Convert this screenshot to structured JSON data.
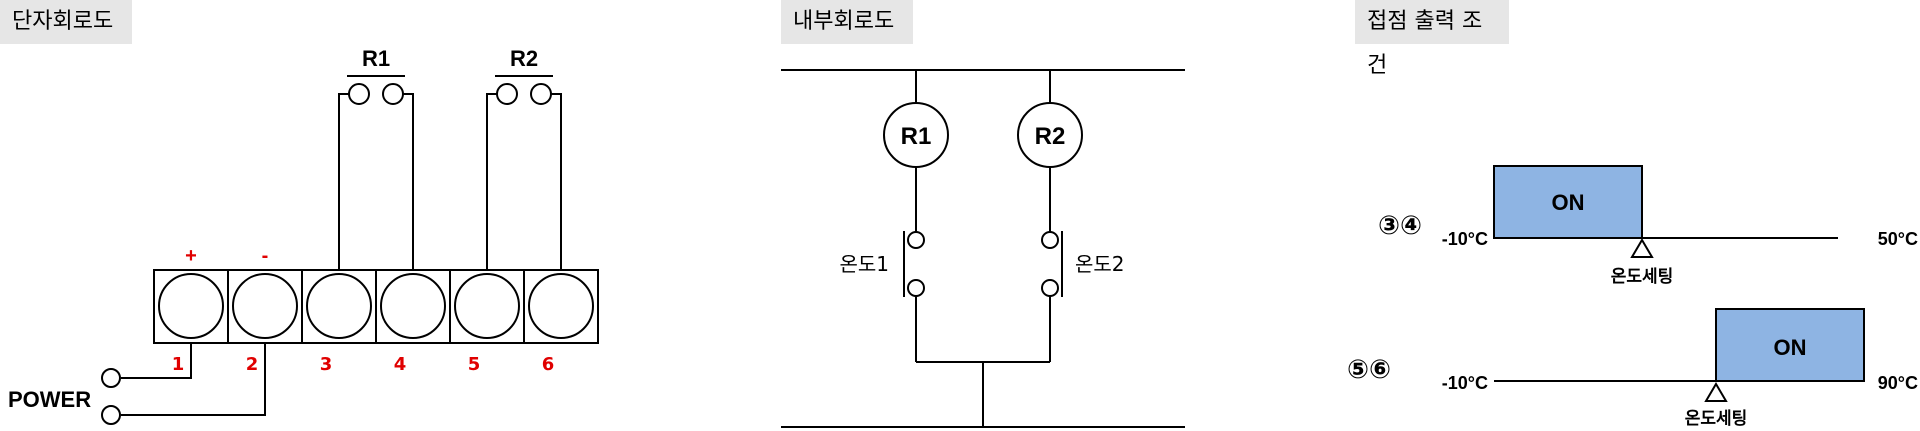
{
  "sections": {
    "terminal_title": "단자회로도",
    "internal_title": "내부회로도",
    "output_title": "접점 출력 조건"
  },
  "terminal": {
    "relay_labels": [
      "R1",
      "R2"
    ],
    "plus": "+",
    "minus": "-",
    "numbers": [
      "1",
      "2",
      "3",
      "4",
      "5",
      "6"
    ],
    "power": "POWER",
    "numbers_color": "#e00000"
  },
  "internal": {
    "coil1": "R1",
    "coil2": "R2",
    "contact1": "온도1",
    "contact2": "온도2"
  },
  "output": {
    "row1": {
      "terminals": "③④",
      "min": "-10°C",
      "max": "50°C",
      "state": "ON",
      "setting": "온도세팅"
    },
    "row2": {
      "terminals": "⑤⑥",
      "min": "-10°C",
      "max": "90°C",
      "state": "ON",
      "setting": "온도세팅"
    },
    "on_color": "#8eb4e3"
  }
}
